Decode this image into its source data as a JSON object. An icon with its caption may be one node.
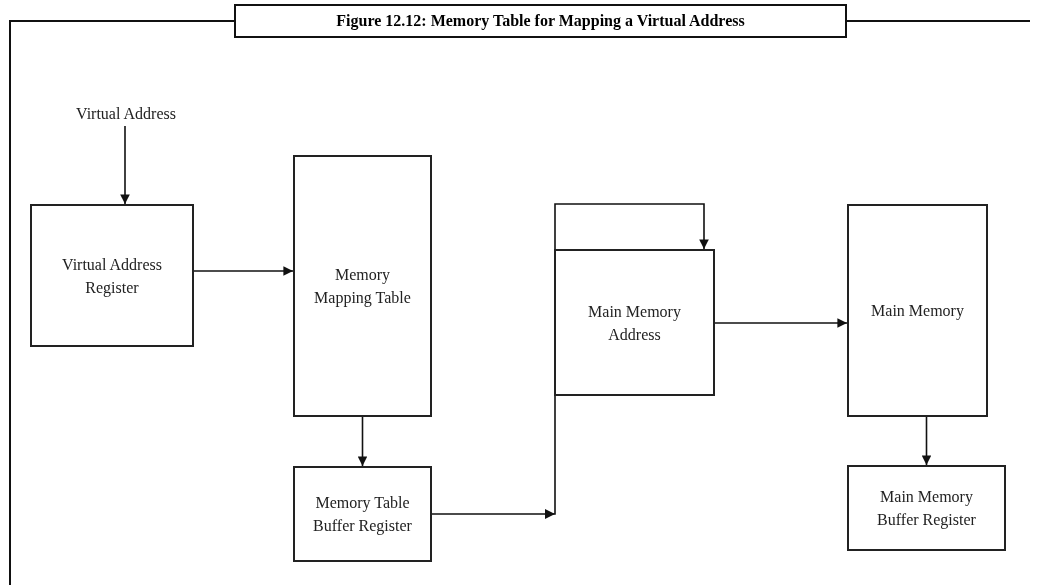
{
  "diagram": {
    "title": "Figure 12.12: Memory Table for Mapping a Virtual Address",
    "nodes": [
      {
        "text": [
          "Virtual Address"
        ]
      },
      {
        "text": [
          "Virtual Address Register"
        ]
      },
      {
        "text": [
          "Memory Mapping Table"
        ]
      },
      {
        "text": [
          "Memory Table Buffer Register"
        ]
      },
      {
        "text": [
          "Main Memory Address"
        ]
      },
      {
        "text": [
          "Main Memory"
        ]
      },
      {
        "text": [
          "Main Memory Buffer Register"
        ]
      }
    ],
    "edges": [
      {
        "from": 0,
        "to": 1,
        "arrow": "to"
      },
      {
        "from": 1,
        "to": 2,
        "arrow": "to"
      },
      {
        "from": 2,
        "to": 3,
        "arrow": "to"
      },
      {
        "from": 3,
        "to": 4,
        "arrow": "to"
      },
      {
        "from": 4,
        "to": 5,
        "arrow": "to"
      },
      {
        "from": 5,
        "to": 6,
        "arrow": "to"
      }
    ]
  }
}
